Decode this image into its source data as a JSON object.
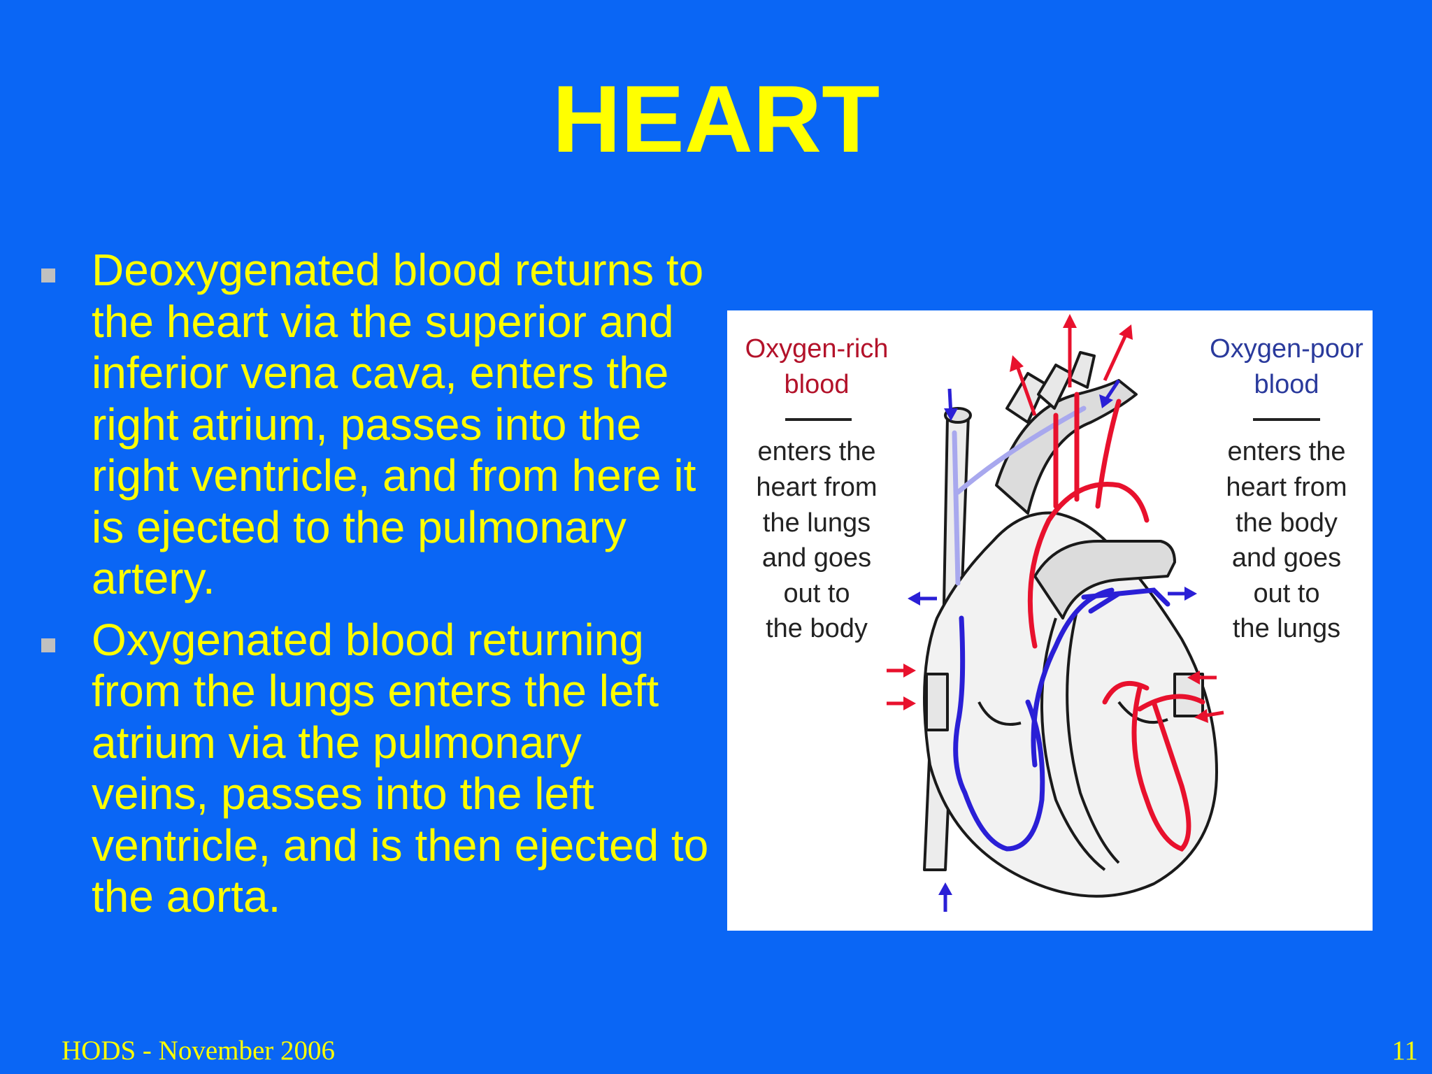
{
  "slide": {
    "title": "HEART",
    "bullets": [
      "Deoxygenated blood returns to the heart via the superior and inferior vena cava, enters the right atrium, passes into the right ventricle, and from here it is ejected to the pulmonary artery.",
      "Oxygenated blood returning from the lungs enters the left atrium via the pulmonary veins, passes into the left ventricle, and is then ejected to the aorta."
    ],
    "footer_left": "HODS - November  2006",
    "page_number": "11"
  },
  "figure": {
    "left_label": {
      "title_lines": [
        "Oxygen-rich",
        "blood"
      ],
      "body_lines": [
        "enters the",
        "heart from",
        "the lungs",
        "and goes",
        "out to",
        "the body"
      ]
    },
    "right_label": {
      "title_lines": [
        "Oxygen-poor",
        "blood"
      ],
      "body_lines": [
        "enters the",
        "heart from",
        "the body",
        "and goes",
        "out to",
        "the lungs"
      ]
    }
  },
  "colors": {
    "background": "#0a66f5",
    "text": "#ffff00",
    "oxygen_rich": "#e8112d",
    "oxygen_poor": "#2a1fd6",
    "figure_label_red": "#b3122a",
    "figure_label_blue": "#2a3a9c"
  }
}
